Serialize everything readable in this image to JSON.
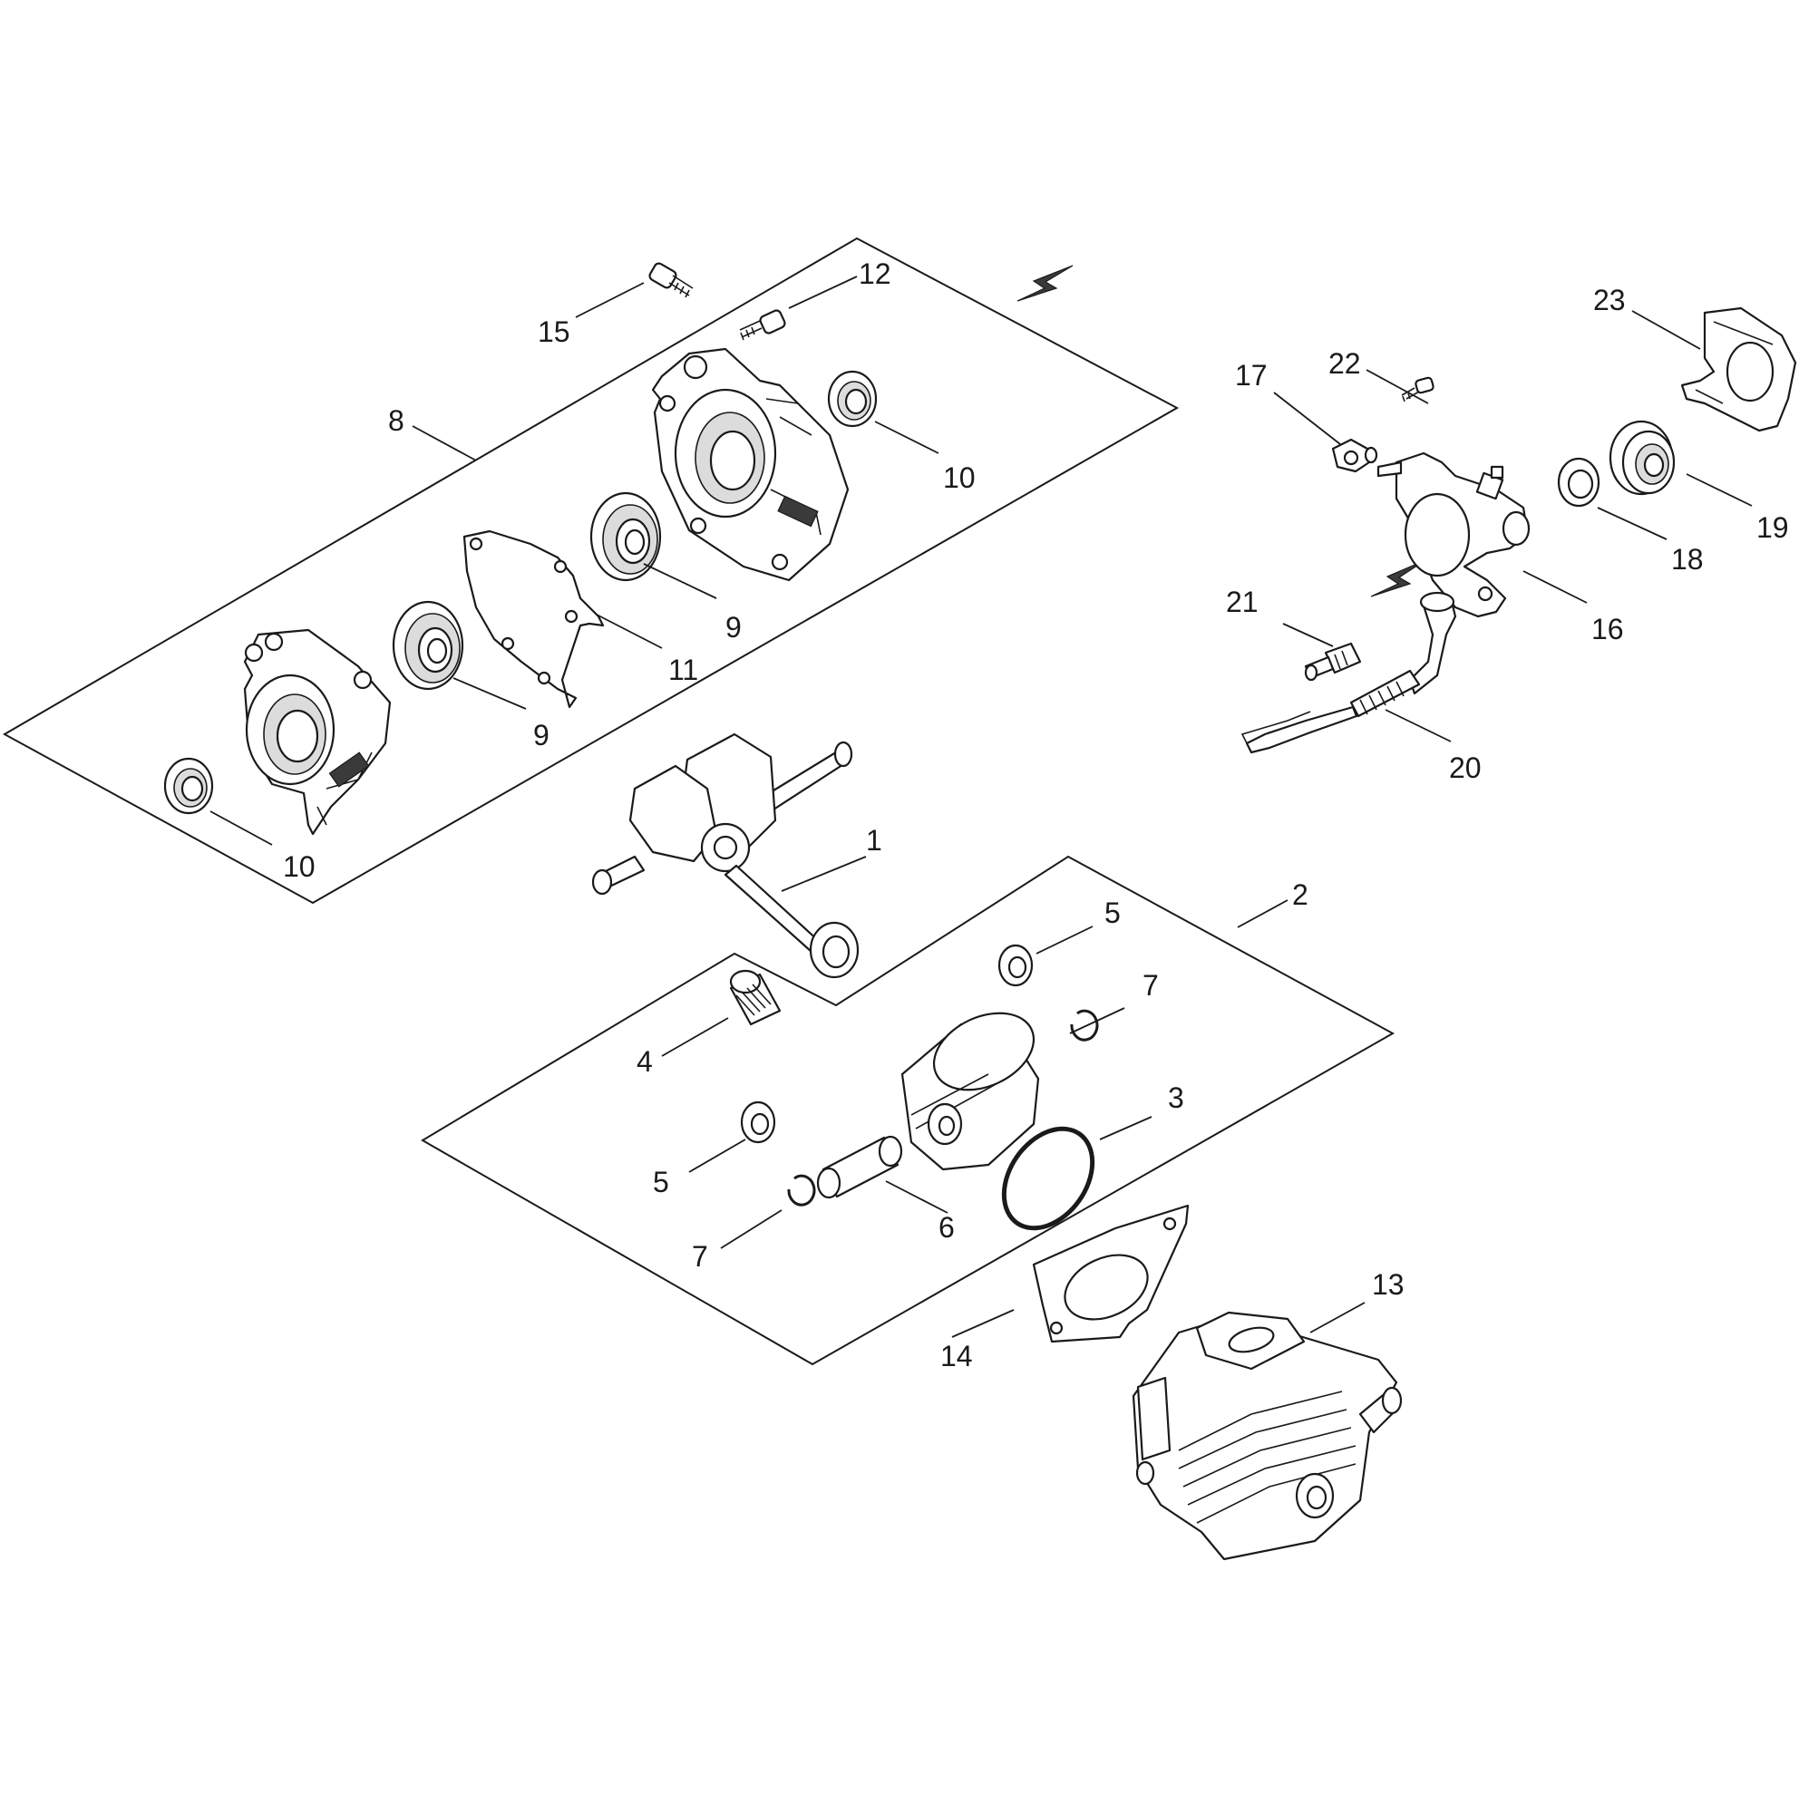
{
  "callouts": [
    "1",
    "2",
    "3",
    "4",
    "5",
    "5",
    "6",
    "7",
    "7",
    "8",
    "9",
    "9",
    "10",
    "10",
    "11",
    "12",
    "13",
    "14",
    "15",
    "16",
    "17",
    "18",
    "19",
    "20",
    "21",
    "22",
    "23"
  ],
  "colors": {
    "line": "#1a1a1a",
    "background": "#ffffff",
    "shade": "#dcdcdc"
  }
}
